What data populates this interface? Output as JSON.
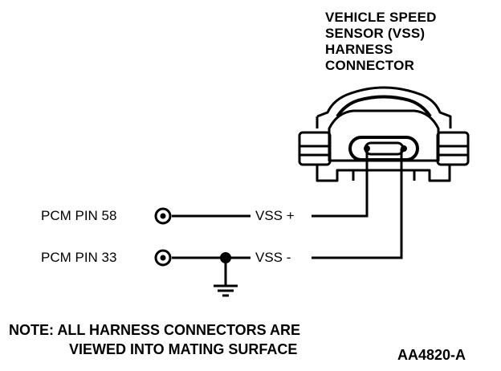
{
  "title_lines": [
    "VEHICLE SPEED",
    "SENSOR (VSS)",
    "HARNESS",
    "CONNECTOR"
  ],
  "pins": {
    "pin58": "PCM PIN 58",
    "pin33": "PCM PIN 33"
  },
  "signals": {
    "vss_plus": "VSS +",
    "vss_minus": "VSS -"
  },
  "note": {
    "line1": "NOTE: ALL HARNESS CONNECTORS ARE",
    "line2": "VIEWED INTO MATING SURFACE"
  },
  "figure_id": "AA4820-A"
}
